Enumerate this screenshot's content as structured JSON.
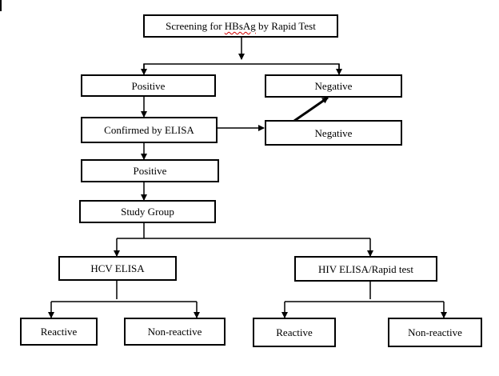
{
  "diagram": {
    "root": {
      "text_prefix": "Screening for ",
      "text_highlight": "HBsAg",
      "text_suffix": " by Rapid Test"
    },
    "rapid_positive": "Positive",
    "rapid_negative": "Negative",
    "confirmed": "Confirmed by ELISA",
    "elisa_negative": "Negative",
    "elisa_positive": "Positive",
    "study_group": "Study Group",
    "hcv": {
      "title": "HCV ELISA",
      "reactive": "Reactive",
      "non_reactive": "Non-reactive"
    },
    "hiv": {
      "title": "HIV ELISA/Rapid test",
      "reactive": "Reactive",
      "non_reactive": "Non-reactive"
    }
  }
}
